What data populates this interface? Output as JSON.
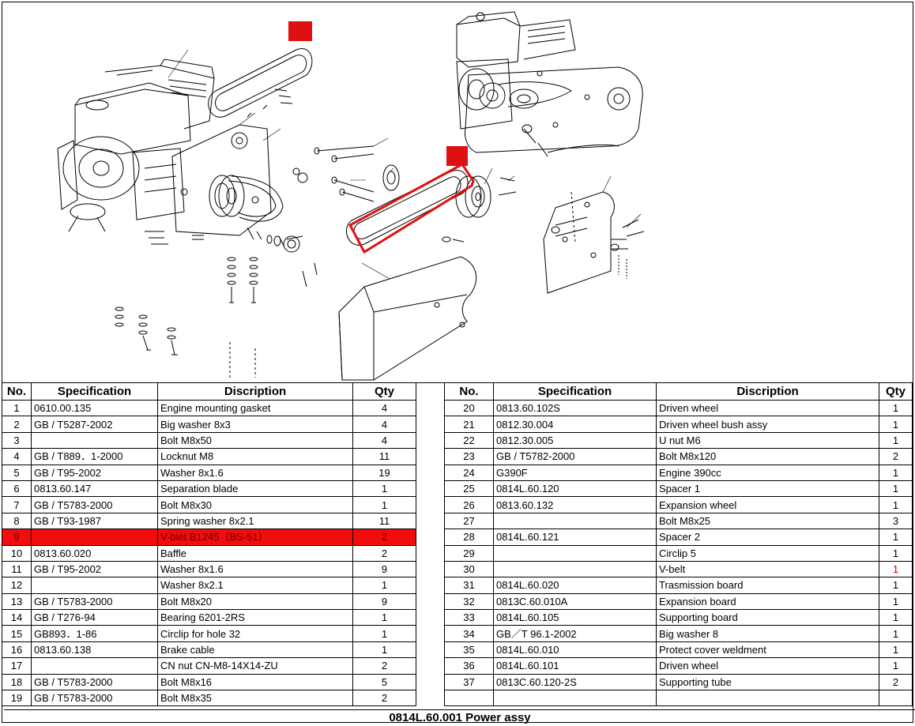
{
  "headers": {
    "no": "No.",
    "spec": "Specification",
    "desc": "Discription",
    "qty": "Qty"
  },
  "parts_left": [
    {
      "no": "1",
      "spec": "0610.00.135",
      "desc": "Engine mounting gasket",
      "qty": "4"
    },
    {
      "no": "2",
      "spec": "GB / T5287-2002",
      "desc": "Big washer 8x3",
      "qty": "4"
    },
    {
      "no": "3",
      "spec": "",
      "desc": "Bolt M8x50",
      "qty": "4"
    },
    {
      "no": "4",
      "spec": "GB / T889．1-2000",
      "desc": "Locknut M8",
      "qty": "11"
    },
    {
      "no": "5",
      "spec": "GB / T95-2002",
      "desc": "Washer 8x1.6",
      "qty": "19"
    },
    {
      "no": "6",
      "spec": "0813.60.147",
      "desc": "Separation blade",
      "qty": "1"
    },
    {
      "no": "7",
      "spec": "GB / T5783-2000",
      "desc": "Bolt M8x30",
      "qty": "1"
    },
    {
      "no": "8",
      "spec": "GB / T93-1987",
      "desc": "Spring washer 8x2.1",
      "qty": "11"
    },
    {
      "no": "9",
      "spec": "",
      "desc": "V-biet  B1245（BS-51）",
      "qty": "2",
      "highlight": true
    },
    {
      "no": "10",
      "spec": "0813.60.020",
      "desc": "Baffle",
      "qty": "2"
    },
    {
      "no": "11",
      "spec": "GB / T95-2002",
      "desc": "Washer 8x1.6",
      "qty": "9"
    },
    {
      "no": "12",
      "spec": "",
      "desc": "Washer 8x2.1",
      "qty": "1"
    },
    {
      "no": "13",
      "spec": "GB / T5783-2000",
      "desc": "Bolt M8x20",
      "qty": "9"
    },
    {
      "no": "14",
      "spec": "GB / T276-94",
      "desc": "Bearing 6201-2RS",
      "qty": "1"
    },
    {
      "no": "15",
      "spec": "GB893．1-86",
      "desc": "Circlip for hole 32",
      "qty": "1"
    },
    {
      "no": "16",
      "spec": "0813.60.138",
      "desc": "Brake cable",
      "qty": "1"
    },
    {
      "no": "17",
      "spec": "",
      "desc": "CN nut  CN-M8-14X14-ZU",
      "qty": "2"
    },
    {
      "no": "18",
      "spec": "GB / T5783-2000",
      "desc": "Bolt M8x16",
      "qty": "5"
    },
    {
      "no": "19",
      "spec": "GB / T5783-2000",
      "desc": "Bolt M8x35",
      "qty": "2"
    }
  ],
  "parts_right": [
    {
      "no": "20",
      "spec": "0813.60.102S",
      "desc": "Driven wheel",
      "qty": "1"
    },
    {
      "no": "21",
      "spec": "0812.30.004",
      "desc": "Driven wheel bush assy",
      "qty": "1"
    },
    {
      "no": "22",
      "spec": "0812.30.005",
      "desc": "U nut M6",
      "qty": "1"
    },
    {
      "no": "23",
      "spec": "GB / T5782-2000",
      "desc": "Bolt M8x120",
      "qty": "2"
    },
    {
      "no": "24",
      "spec": "G390F",
      "desc": "Engine 390cc",
      "qty": "1"
    },
    {
      "no": "25",
      "spec": "0814L.60.120",
      "desc": "Spacer 1",
      "qty": "1"
    },
    {
      "no": "26",
      "spec": "0813.60.132",
      "desc": "Expansion wheel",
      "qty": "1"
    },
    {
      "no": "27",
      "spec": "",
      "desc": "Bolt M8x25",
      "qty": "3"
    },
    {
      "no": "28",
      "spec": "0814L.60.121",
      "desc": "Spacer 2",
      "qty": "1"
    },
    {
      "no": "29",
      "spec": "",
      "desc": "Circlip 5",
      "qty": "1"
    },
    {
      "no": "30",
      "spec": "",
      "desc": "V-belt",
      "qty": "1",
      "red_qty": true
    },
    {
      "no": "31",
      "spec": "0814L.60.020",
      "desc": "Trasmission board",
      "qty": "1"
    },
    {
      "no": "32",
      "spec": "0813C.60.010A",
      "desc": "Expansion board",
      "qty": "1"
    },
    {
      "no": "33",
      "spec": "0814L.60.105",
      "desc": "Supporting  board",
      "qty": "1"
    },
    {
      "no": "34",
      "spec": "GB／T 96.1-2002",
      "desc": "Big washer 8",
      "qty": "1"
    },
    {
      "no": "35",
      "spec": "0814L.60.010",
      "desc": "Protect cover weldment",
      "qty": "1"
    },
    {
      "no": "36",
      "spec": "0814L.60.101",
      "desc": "Driven wheel",
      "qty": "1"
    },
    {
      "no": "37",
      "spec": "0813C.60.120-2S",
      "desc": "Supporting tube",
      "qty": "2"
    },
    {
      "no": "",
      "spec": "",
      "desc": "",
      "qty": ""
    }
  ],
  "caption": "0814L.60.001 Power assy",
  "colors": {
    "highlight": "#f20d0d",
    "callout_box": "#e01010",
    "red_text": "#c00000",
    "line": "#000000"
  }
}
